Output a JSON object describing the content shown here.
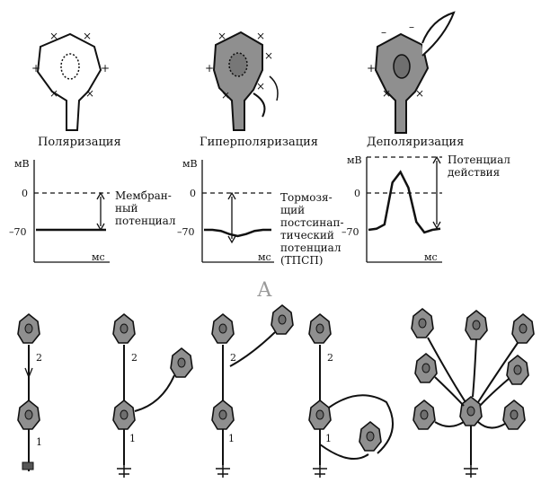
{
  "titles": {
    "polarization": "Поляризация",
    "hyperpolarization": "Гиперполяризация",
    "depolarization": "Деполяризация"
  },
  "axis": {
    "unit_y": "мВ",
    "unit_x": "мс",
    "tick_zero": "0",
    "tick_rest": "–70"
  },
  "annotations": {
    "membrane": [
      "Мембран-",
      "ный",
      "потенциал"
    ],
    "ipsp": [
      "Тормозя-",
      "щий",
      "постсинап-",
      "тический",
      "потенциал",
      "(ТПСП)"
    ],
    "action": [
      "Потенциал",
      "действия"
    ]
  },
  "cell_signs": {
    "plus": "+",
    "minus": "–",
    "cross": "×"
  },
  "panel_letter": "А",
  "circuit_labels": {
    "one": "1",
    "two": "2"
  },
  "colors": {
    "ink": "#111111",
    "cell_fill": "#8f8f8f",
    "paper": "#ffffff"
  },
  "chart_data": [
    {
      "type": "line",
      "ylabel": "мВ",
      "xlabel": "мс",
      "yticks": [
        0,
        -70
      ],
      "series": [
        {
          "values": [
            -70,
            -70,
            -70,
            -70,
            -70,
            -70,
            -70
          ]
        }
      ]
    },
    {
      "type": "line",
      "ylabel": "мВ",
      "xlabel": "мс",
      "yticks": [
        0,
        -70
      ],
      "series": [
        {
          "values": [
            -70,
            -70,
            -72,
            -78,
            -82,
            -78,
            -72,
            -70,
            -70
          ]
        }
      ]
    },
    {
      "type": "line",
      "ylabel": "мВ",
      "xlabel": "мс",
      "yticks": [
        0,
        -70
      ],
      "series": [
        {
          "values": [
            -70,
            -68,
            -60,
            20,
            40,
            10,
            -55,
            -75,
            -70,
            -68
          ]
        }
      ]
    }
  ]
}
